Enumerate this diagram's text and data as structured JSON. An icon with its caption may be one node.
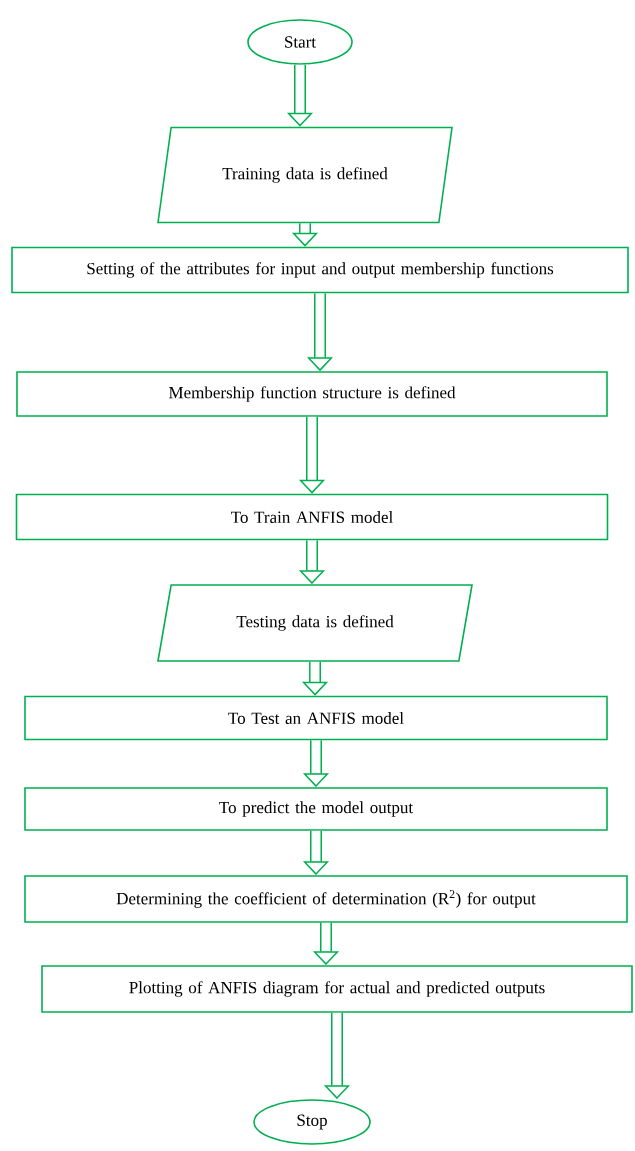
{
  "diagram": {
    "nodes": [
      {
        "text": [
          "Start"
        ]
      },
      {
        "text": [
          "Training data is defined"
        ]
      },
      {
        "text": [
          "Setting of the attributes for input and output membership functions"
        ]
      },
      {
        "text": [
          "Membership function structure is defined"
        ]
      },
      {
        "text": [
          "To Train ANFIS model"
        ]
      },
      {
        "text": [
          "Testing data is defined"
        ]
      },
      {
        "text": [
          "To Test an ANFIS model"
        ]
      },
      {
        "text": [
          "To predict the model output"
        ]
      },
      {
        "text": [
          "Determining the coefficient of determination (R$^{2}$) for output"
        ]
      },
      {
        "text": [
          "Plotting of ANFIS diagram for actual and predicted outputs"
        ]
      },
      {
        "text": [
          "Stop"
        ]
      }
    ],
    "edges": [
      {
        "from": 0,
        "to": 1,
        "arrow": "to"
      },
      {
        "from": 1,
        "to": 2,
        "arrow": "to"
      },
      {
        "from": 2,
        "to": 3,
        "arrow": "to"
      },
      {
        "from": 3,
        "to": 4,
        "arrow": "to"
      },
      {
        "from": 4,
        "to": 5,
        "arrow": "to"
      },
      {
        "from": 5,
        "to": 6,
        "arrow": "to"
      },
      {
        "from": 6,
        "to": 7,
        "arrow": "to"
      },
      {
        "from": 7,
        "to": 8,
        "arrow": "to"
      },
      {
        "from": 8,
        "to": 9,
        "arrow": "to"
      },
      {
        "from": 9,
        "to": 10,
        "arrow": "to"
      }
    ]
  }
}
